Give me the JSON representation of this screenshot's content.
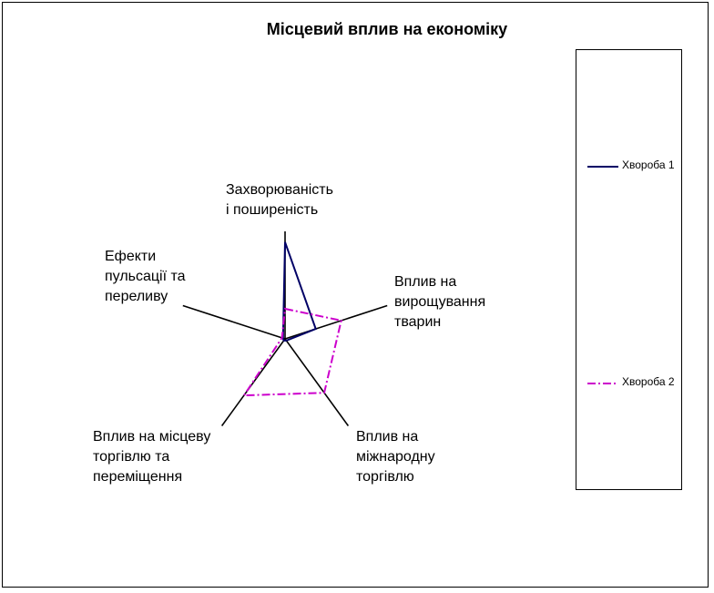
{
  "chart_data": {
    "type": "radar",
    "title": "Місцевий вплив на економіку",
    "axes": [
      "Захворюваність і поширеність",
      "Вплив на вирощування тварин",
      "Вплив на міжнародну торгівлю",
      "Вплив на місцеву торгівлю та переміщення",
      "Ефекти пульсації та переливу"
    ],
    "axis_label_lines": [
      [
        "Захворюваність",
        "і поширеність"
      ],
      [
        "Вплив на",
        "вирощування",
        "тварин"
      ],
      [
        "Вплив на",
        "міжнародну",
        "торгівлю"
      ],
      [
        "Вплив на місцеву",
        "торгівлю та",
        "переміщення"
      ],
      [
        "Ефекти",
        "пульсації та",
        "переливу"
      ]
    ],
    "range": [
      0,
      1
    ],
    "grid": false,
    "legend_position": "right",
    "series": [
      {
        "name": "Хвороба 1",
        "values": [
          0.9,
          0.3,
          0.02,
          0.02,
          0.02
        ],
        "color": "#000066",
        "dash": "solid"
      },
      {
        "name": "Хвороба 2",
        "values": [
          0.28,
          0.55,
          0.62,
          0.65,
          0.03
        ],
        "color": "#cc00cc",
        "dash": "dash-dot"
      }
    ]
  }
}
